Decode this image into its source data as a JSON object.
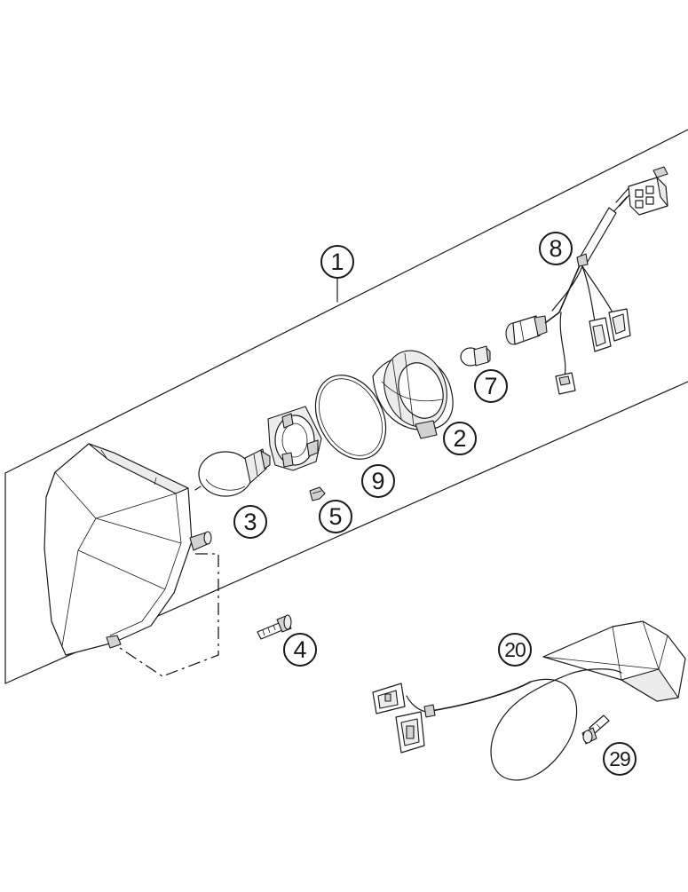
{
  "callouts": [
    {
      "id": "1",
      "label": "1"
    },
    {
      "id": "2",
      "label": "2"
    },
    {
      "id": "3",
      "label": "3"
    },
    {
      "id": "4",
      "label": "4"
    },
    {
      "id": "5",
      "label": "5"
    },
    {
      "id": "7",
      "label": "7"
    },
    {
      "id": "8",
      "label": "8"
    },
    {
      "id": "9",
      "label": "9"
    },
    {
      "id": "20",
      "label": "20"
    },
    {
      "id": "29",
      "label": "29"
    }
  ]
}
